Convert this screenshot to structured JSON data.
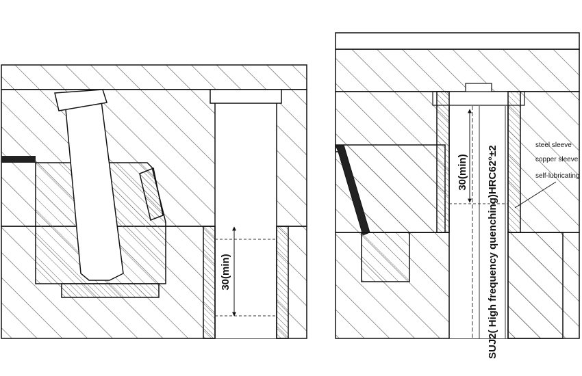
{
  "left_view": {
    "dimension_label": "30(min)"
  },
  "right_view": {
    "dimension_label": "30(min)",
    "material_label": "SUJ2( High frequency quenching)HRC62°±2",
    "callouts": [
      "steel sleeve",
      "copper sleeve",
      "self-lubricating"
    ]
  },
  "colors": {
    "line": "#111111",
    "hatch": "#555555",
    "background": "#ffffff"
  }
}
